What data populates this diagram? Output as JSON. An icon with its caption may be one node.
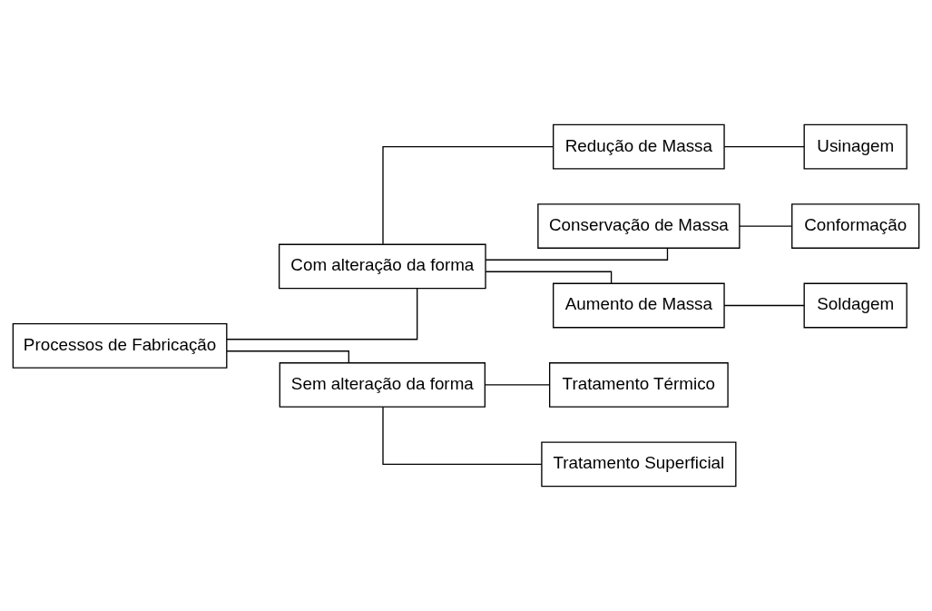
{
  "diagram": {
    "nodes": [
      {
        "text": [
          "Processos de Fabricação"
        ]
      },
      {
        "text": [
          "Com alteração da forma"
        ]
      },
      {
        "text": [
          "Sem alteração da forma"
        ]
      },
      {
        "text": [
          "Redução de Massa"
        ]
      },
      {
        "text": [
          "Conservação de Massa"
        ]
      },
      {
        "text": [
          "Aumento de Massa"
        ]
      },
      {
        "text": [
          "Usinagem"
        ]
      },
      {
        "text": [
          "Conformação"
        ]
      },
      {
        "text": [
          "Soldagem"
        ]
      },
      {
        "text": [
          "Tratamento Térmico"
        ]
      },
      {
        "text": [
          "Tratamento Superficial"
        ]
      }
    ],
    "edges": [
      {
        "from": 0,
        "to": 1,
        "arrow": "none"
      },
      {
        "from": 0,
        "to": 2,
        "arrow": "none"
      },
      {
        "from": 1,
        "to": 3,
        "arrow": "none"
      },
      {
        "from": 1,
        "to": 4,
        "arrow": "none"
      },
      {
        "from": 1,
        "to": 5,
        "arrow": "none"
      },
      {
        "from": 3,
        "to": 6,
        "arrow": "none"
      },
      {
        "from": 4,
        "to": 7,
        "arrow": "none"
      },
      {
        "from": 5,
        "to": 8,
        "arrow": "none"
      },
      {
        "from": 2,
        "to": 9,
        "arrow": "none"
      },
      {
        "from": 2,
        "to": 10,
        "arrow": "none"
      }
    ]
  }
}
